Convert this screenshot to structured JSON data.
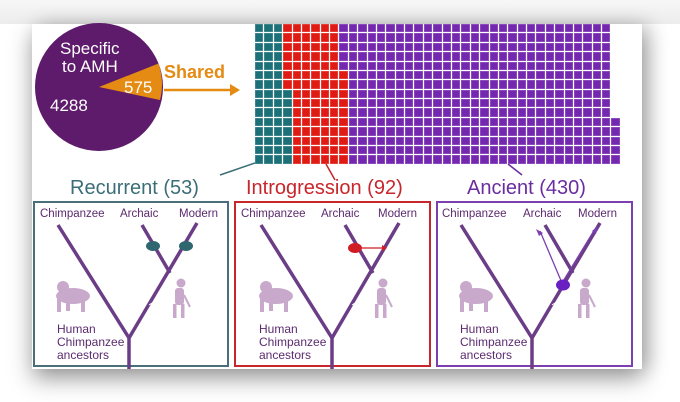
{
  "pie": {
    "specific_label_line1": "Specific",
    "specific_label_line2": "to AMH",
    "specific_value": "4288",
    "shared_value": "575",
    "shared_label": "Shared",
    "colors": {
      "specific": "#5e1a6b",
      "shared": "#e58a12"
    }
  },
  "waffle": {
    "rows": 15,
    "total": 575,
    "order": "column-major, partial columns filled bottom-up",
    "segments": [
      {
        "name": "Recurrent",
        "count": 53,
        "color": "#1b7177"
      },
      {
        "name": "Introgression",
        "count": 92,
        "color": "#e01b14"
      },
      {
        "name": "Ancient",
        "count": 430,
        "color": "#7428b0"
      }
    ]
  },
  "panels": [
    {
      "title": "Recurrent (53)",
      "color": "#4a6f78",
      "title_color": "#3b6e77",
      "labels": {
        "chimp": "Chimpanzee",
        "archaic": "Archaic",
        "modern": "Modern"
      },
      "ancestor_lines": [
        "Human",
        "Chimpanzee",
        "ancestors"
      ],
      "marker": "two teal ovals on archaic and modern branches"
    },
    {
      "title": "Introgression (92)",
      "color": "#c8262b",
      "title_color": "#c8262b",
      "labels": {
        "chimp": "Chimpanzee",
        "archaic": "Archaic",
        "modern": "Modern"
      },
      "ancestor_lines": [
        "Human",
        "Chimpanzee",
        "ancestors"
      ],
      "marker": "red oval on archaic branch with arrow to modern"
    },
    {
      "title": "Ancient (430)",
      "color": "#7b3fb0",
      "title_color": "#6a2da0",
      "labels": {
        "chimp": "Chimpanzee",
        "archaic": "Archaic",
        "modern": "Modern"
      },
      "ancestor_lines": [
        "Human",
        "Chimpanzee",
        "ancestors"
      ],
      "marker": "purple oval at split with arrows to archaic and modern"
    }
  ],
  "colors": {
    "tree": "#6b3d86",
    "silhouette": "#c8a9cc"
  }
}
